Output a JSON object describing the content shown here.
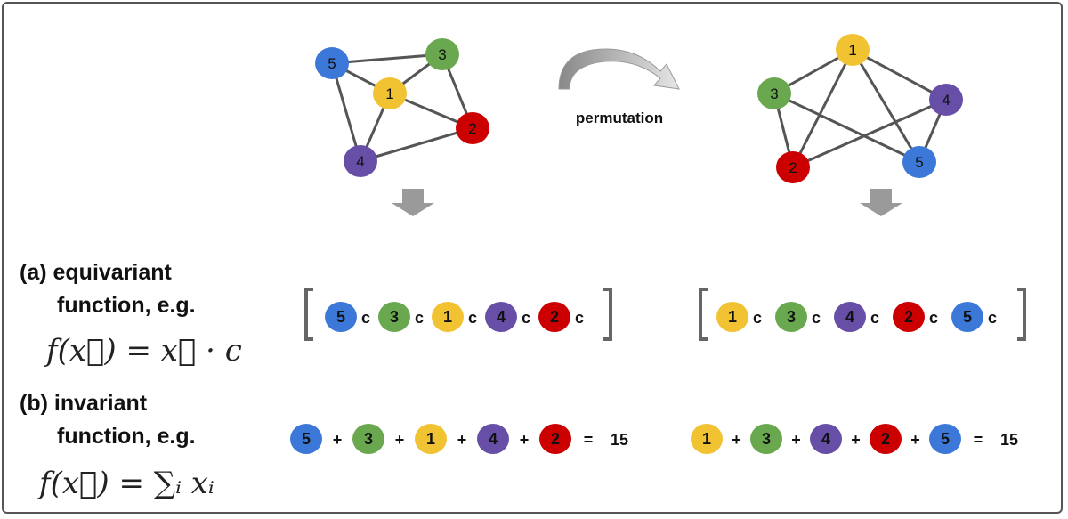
{
  "colors": {
    "blue": "#3c78d8",
    "green": "#6aa84f",
    "yellow": "#f1c232",
    "purple": "#674ea7",
    "red": "#cc0000",
    "edge": "#555555",
    "arrow": "#999999"
  },
  "permutation_label": "permutation",
  "graph_left": {
    "nodes": [
      {
        "id": "5",
        "color": "blue"
      },
      {
        "id": "3",
        "color": "green"
      },
      {
        "id": "1",
        "color": "yellow"
      },
      {
        "id": "2",
        "color": "red"
      },
      {
        "id": "4",
        "color": "purple"
      }
    ],
    "edges": [
      [
        "5",
        "3"
      ],
      [
        "5",
        "1"
      ],
      [
        "5",
        "4"
      ],
      [
        "3",
        "1"
      ],
      [
        "3",
        "2"
      ],
      [
        "1",
        "2"
      ],
      [
        "1",
        "4"
      ],
      [
        "4",
        "2"
      ]
    ]
  },
  "graph_right": {
    "nodes": [
      {
        "id": "1",
        "color": "yellow"
      },
      {
        "id": "3",
        "color": "green"
      },
      {
        "id": "4",
        "color": "purple"
      },
      {
        "id": "2",
        "color": "red"
      },
      {
        "id": "5",
        "color": "blue"
      }
    ],
    "edges": [
      [
        "1",
        "3"
      ],
      [
        "1",
        "4"
      ],
      [
        "1",
        "2"
      ],
      [
        "1",
        "5"
      ],
      [
        "3",
        "2"
      ],
      [
        "3",
        "5"
      ],
      [
        "4",
        "2"
      ],
      [
        "4",
        "5"
      ]
    ]
  },
  "section_a": {
    "title_line1": "(a) equivariant",
    "title_line2": "function, e.g.",
    "formula": "f(x⃗) = x⃗ · c",
    "constant": "c",
    "left_sequence": [
      "5",
      "3",
      "1",
      "4",
      "2"
    ],
    "right_sequence": [
      "1",
      "3",
      "4",
      "2",
      "5"
    ]
  },
  "section_b": {
    "title_line1": "(b) invariant",
    "title_line2": "function, e.g.",
    "formula": "f(x⃗) = ∑ᵢ xᵢ",
    "plus": "+",
    "equals": "=",
    "left_sequence": [
      "5",
      "3",
      "1",
      "4",
      "2"
    ],
    "left_result": "15",
    "right_sequence": [
      "1",
      "3",
      "4",
      "2",
      "5"
    ],
    "right_result": "15"
  },
  "node_colors": {
    "1": "yellow",
    "2": "red",
    "3": "green",
    "4": "purple",
    "5": "blue"
  }
}
